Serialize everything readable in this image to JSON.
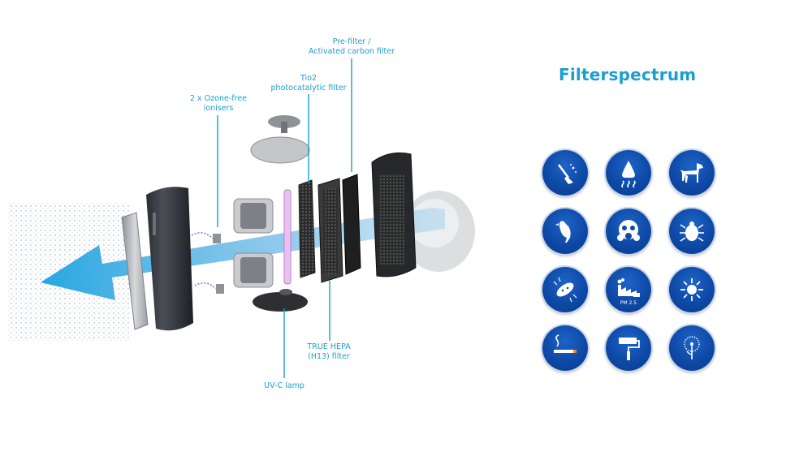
{
  "labels": {
    "prefilter": [
      "Pre-filter /",
      "Activated carbon filter"
    ],
    "tio2": [
      "Tio2",
      "photocatalytic filter"
    ],
    "ionisers": [
      "2 x Ozone-free",
      "ionisers"
    ],
    "hepa": [
      "TRUE HEPA",
      "(H13) filter"
    ],
    "uvc": "UV-C lamp"
  },
  "title": "Filterspectrum",
  "icons": [
    "dust-cleaning-icon",
    "odor-nose-icon",
    "dog-pet-icon",
    "bird-icon",
    "gas-mask-icon",
    "dust-mite-icon",
    "bacteria-icon",
    "pm25-factory-smog-icon",
    "virus-icon",
    "cigarette-smoke-icon",
    "paint-roller-icon",
    "dandelion-pollen-icon"
  ],
  "pm_text": "PM 2.5",
  "colors": {
    "accent": "#1b9ed0",
    "icon_bg": "#0e49a6",
    "airflow": "#62b6e6"
  }
}
